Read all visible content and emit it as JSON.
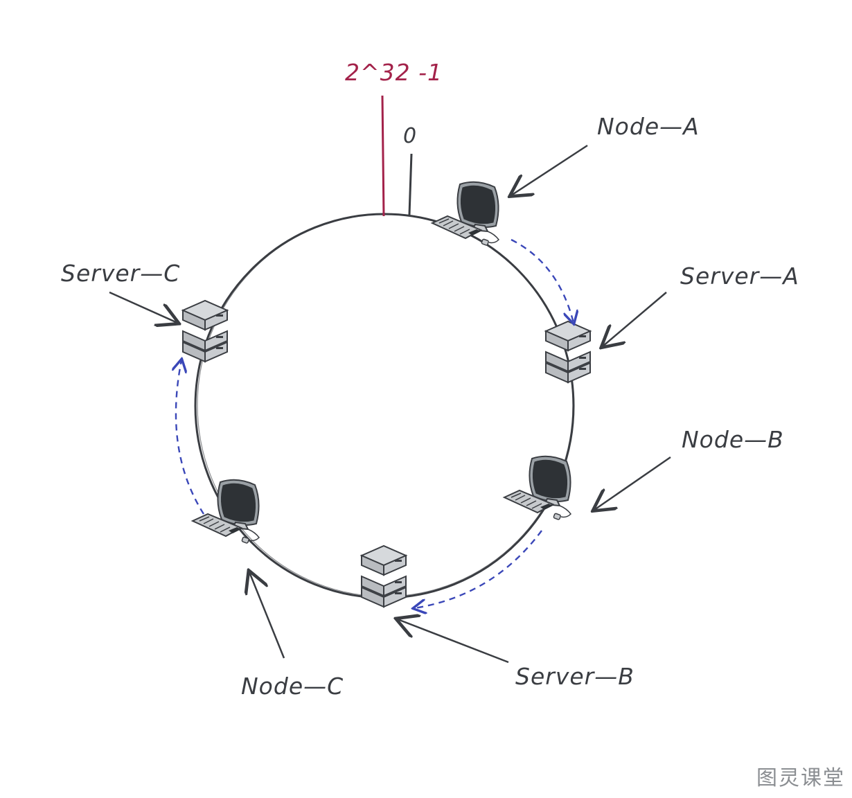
{
  "diagram": {
    "ring_marker_label": "2^32 -1",
    "ring_zero_label": "0",
    "nodes": [
      {
        "label": "Node—A"
      },
      {
        "label": "Node—B"
      },
      {
        "label": "Node—C"
      }
    ],
    "servers": [
      {
        "label": "Server—A"
      },
      {
        "label": "Server—B"
      },
      {
        "label": "Server—C"
      }
    ],
    "watermark": "图灵课堂"
  },
  "colors": {
    "ring": "#3a3d42",
    "marker": "#a3224a",
    "mapping_arrow": "#3a47b8",
    "server_fill": "#c7cacd",
    "screen_fill": "#2e3236"
  },
  "icons": [
    "monitor-icon",
    "server-stack-icon"
  ]
}
